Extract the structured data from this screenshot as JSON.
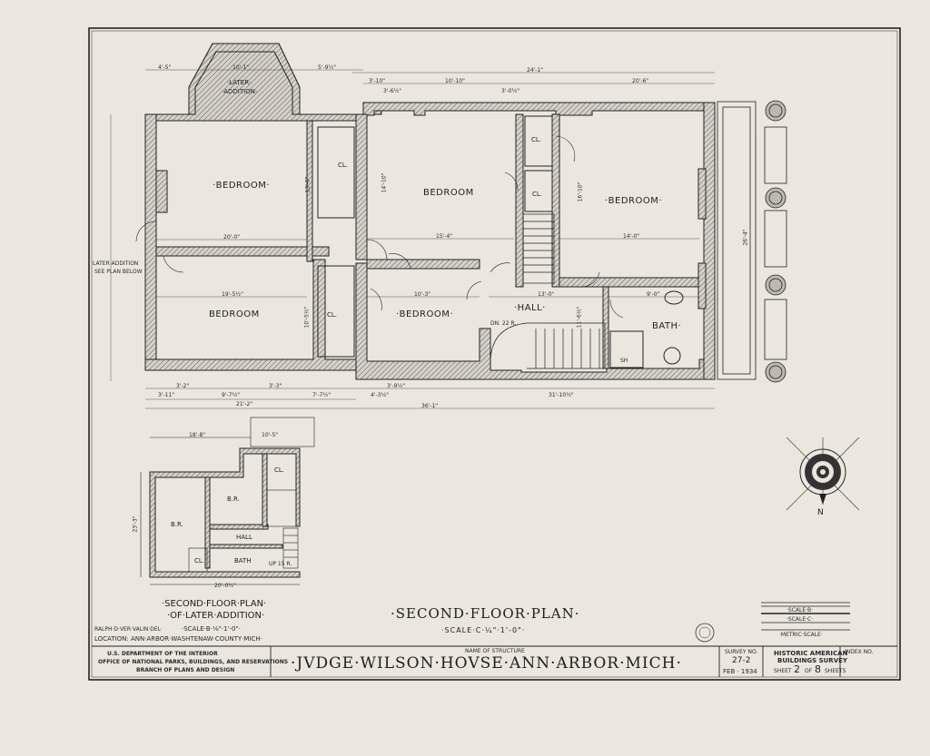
{
  "main_plan": {
    "rooms": {
      "bedroom_nw": "·BEDROOM·",
      "bedroom_n_center": "BEDROOM",
      "bedroom_ne": "·BEDROOM·",
      "bedroom_sw": "BEDROOM",
      "bedroom_s_center": "·BEDROOM·",
      "hall": "·HALL·",
      "bath": "BATH·",
      "closet_1": "CL.",
      "closet_2": "CL.",
      "closet_3": "CL.",
      "closet_4": "CL."
    },
    "later_addition_line1": "·LATER·",
    "later_addition_line2": "·ADDITION·",
    "side_note_line1": "LATER ADDITION",
    "side_note_line2": "SEE PLAN BELOW",
    "small_labels": {
      "up": "DN. 22 R.",
      "sh": "SH"
    },
    "dimensions": {
      "top_left_1": "4'-5\"",
      "top_left_2": "10'-1\"",
      "top_left_3": "5'-9½\"",
      "top_right_total": "24'-1\"",
      "top_mid_1": "3'-10\"",
      "top_mid_2": "10'-10\"",
      "top_mid_3": "20'-6\"",
      "top_w1": "3'-6½\"",
      "top_w2": "3'-0½\"",
      "nw_room_width": "20'-0\"",
      "sw_room_width": "19'-5½\"",
      "n_center_width": "15'-4\"",
      "ne_width": "14'-0\"",
      "s_center_width": "10'-3\"",
      "hall_width": "13'-0\"",
      "bath_width": "9'-0\"",
      "bottom_1": "3'-11\"",
      "bottom_2": "9'-7½\"",
      "bottom_3": "7'-7½\"",
      "bottom_4": "4'-3½\"",
      "bottom_5": "31'-10½\"",
      "bottom_left_total": "21'-2\"",
      "bottom_total": "36'-1\"",
      "bottom_win_1": "3'-2\"",
      "bottom_win_2": "3'-3\"",
      "bottom_win_3": "3'-9½\"",
      "v_1": "13'-0\"",
      "v_2": "14'-10\"",
      "v_3": "10'-5½\"",
      "v_4": "16'-10\"",
      "v_5": "11'-6½\"",
      "v_6": "26'-4\""
    }
  },
  "later_plan": {
    "rooms": {
      "br_1": "B.R.",
      "br_2": "B.R.",
      "hall": "HALL",
      "bath": "BATH",
      "cl_1": "CL.",
      "cl_2": "CL."
    },
    "dimensions": {
      "top": "18'-8\"",
      "top_right": "10'-5\"",
      "bottom": "20'-0½\"",
      "left": "23'-3\"",
      "up": "UP 15 R."
    },
    "title_line1": "·SECOND·FLOOR·PLAN·",
    "title_line2": "·OF·LATER·ADDITION·"
  },
  "main_title": "·SECOND·FLOOR·PLAN·",
  "main_scale": "·SCALE·C·¼\"·1'-0\"·",
  "scale_bars": {
    "label_1": "·SCALE·B·",
    "label_2": "·SCALE·C·",
    "label_3": "·METRIC·SCALE·"
  },
  "compass_label": "N",
  "info_block": {
    "credit": "RALPH·D·VER·VALIN·DEL·",
    "scale": "·SCALE·B·⅛\"·1'-0\"·",
    "location": "LOCATION: ANN·ARBOR·WASHTENAW·COUNTY·MICH·"
  },
  "title_block": {
    "dept_line1": "U.S. DEPARTMENT OF THE INTERIOR",
    "dept_line2": "OFFICE OF NATIONAL PARKS, BUILDINGS, AND RESERVATIONS",
    "dept_line3": "BRANCH OF PLANS AND DESIGN",
    "name_label": "NAME OF STRUCTURE",
    "structure_name": "·JVDGE·WILSON·HOVSE·ANN·ARBOR·MICH·",
    "survey_label": "SURVEY NO.",
    "survey_no": "27-2",
    "date": "FEB · 1934",
    "habs_line1": "HISTORIC AMERICAN",
    "habs_line2": "BUILDINGS SURVEY",
    "sheet_prefix": "SHEET",
    "sheet_no": "2",
    "sheet_of": "OF",
    "sheet_total": "8",
    "sheet_suffix": "SHEETS",
    "index_label": "INDEX NO."
  },
  "colors": {
    "paper": "#ebe7de",
    "ink": "#1c1c1c",
    "wall_fill": "#cfcbc2"
  }
}
